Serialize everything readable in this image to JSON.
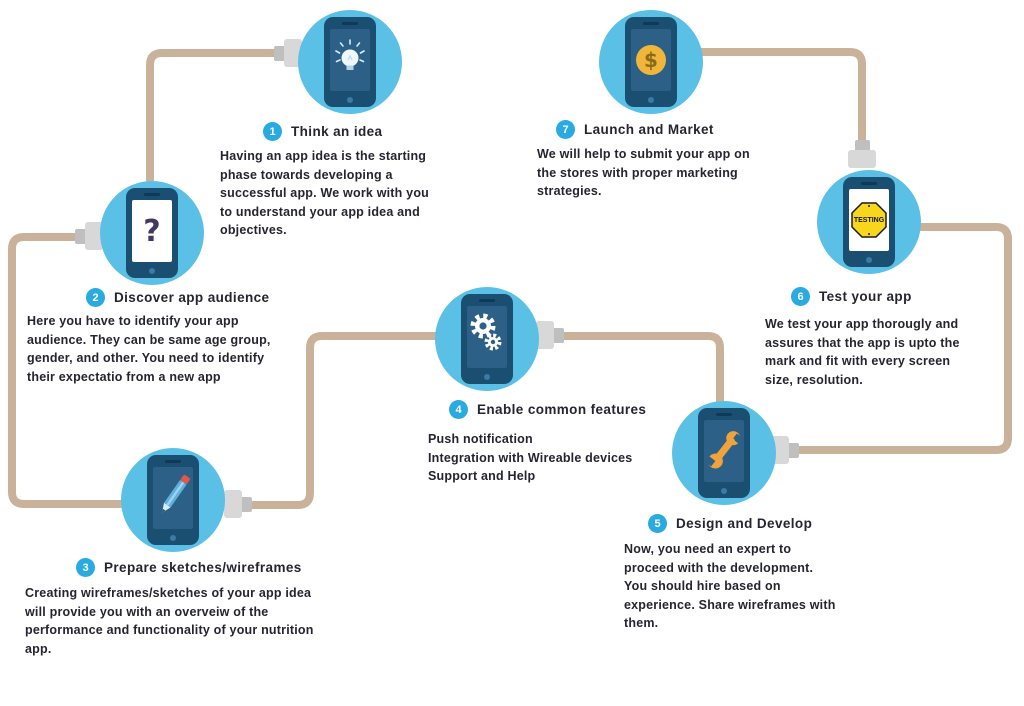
{
  "diagram_title": "Mobile app development process flow",
  "colors": {
    "circle": "#5bc0e6",
    "cable": "#c9b299",
    "plug_body": "#d8d8d8",
    "plug_tip": "#bfbfbf",
    "phone_body": "#1b4f72",
    "phone_screen": "#2c6087",
    "badge": "#29abe2",
    "text": "#272430",
    "wrench": "#f0a33c",
    "coin": "#f0b53a",
    "octagon_sign": "#f6d71c",
    "pencil_eraser": "#e2574c",
    "question_mark": "#443863"
  },
  "steps": [
    {
      "number": "1",
      "title": "Think an idea",
      "icon": "lightbulb-phone",
      "description": [
        "Having an app idea is the starting",
        "phase towards developing a",
        "successful app. We work with you",
        "to understand your app idea and",
        "objectives."
      ]
    },
    {
      "number": "2",
      "title": "Discover app audience",
      "icon": "question-mark-phone",
      "screen_text": "?",
      "description": [
        "Here you have to identify your app",
        "audience. They can be same age group,",
        "gender, and other. You need to identify",
        "their expectatio from a new app"
      ]
    },
    {
      "number": "3",
      "title": "Prepare sketches/wireframes",
      "icon": "pencil-phone",
      "description": [
        "Creating wireframes/sketches of your app idea",
        "will provide you with an overveiw of the",
        "performance and functionality of your nutrition",
        "app."
      ]
    },
    {
      "number": "4",
      "title": "Enable common features",
      "icon": "gears-phone",
      "description": [
        "Push notification",
        "Integration with Wireable devices",
        "Support and Help"
      ]
    },
    {
      "number": "5",
      "title": "Design and Develop",
      "icon": "wrench-phone",
      "description": [
        "Now, you need an expert to",
        "proceed with the development.",
        "You should hire based on",
        "experience. Share wireframes with",
        "them."
      ]
    },
    {
      "number": "6",
      "title": "Test your app",
      "icon": "testing-sign-phone",
      "screen_text": "TESTING",
      "description": [
        "We test your app thorougly and",
        "assures that the app is upto the",
        "mark and fit with every screen",
        "size, resolution."
      ]
    },
    {
      "number": "7",
      "title": "Launch and Market",
      "icon": "dollar-coin-phone",
      "screen_text": "$",
      "description": [
        "We will help to submit your app on",
        "the stores with proper marketing",
        "strategies."
      ]
    }
  ]
}
